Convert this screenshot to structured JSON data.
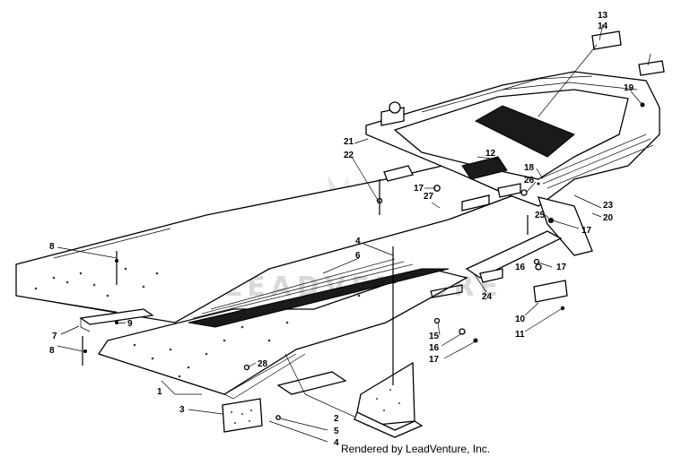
{
  "diagram": {
    "credit": "Rendered by LeadVenture, Inc.",
    "watermark": "LEADVENTURE",
    "callouts": [
      "1",
      "2",
      "3",
      "4",
      "4",
      "5",
      "6",
      "7",
      "8",
      "8",
      "9",
      "10",
      "11",
      "12",
      "13",
      "14",
      "15",
      "16",
      "16",
      "17",
      "17",
      "17",
      "17",
      "18",
      "19",
      "20",
      "21",
      "22",
      "23",
      "24",
      "25",
      "26",
      "27",
      "28"
    ]
  }
}
